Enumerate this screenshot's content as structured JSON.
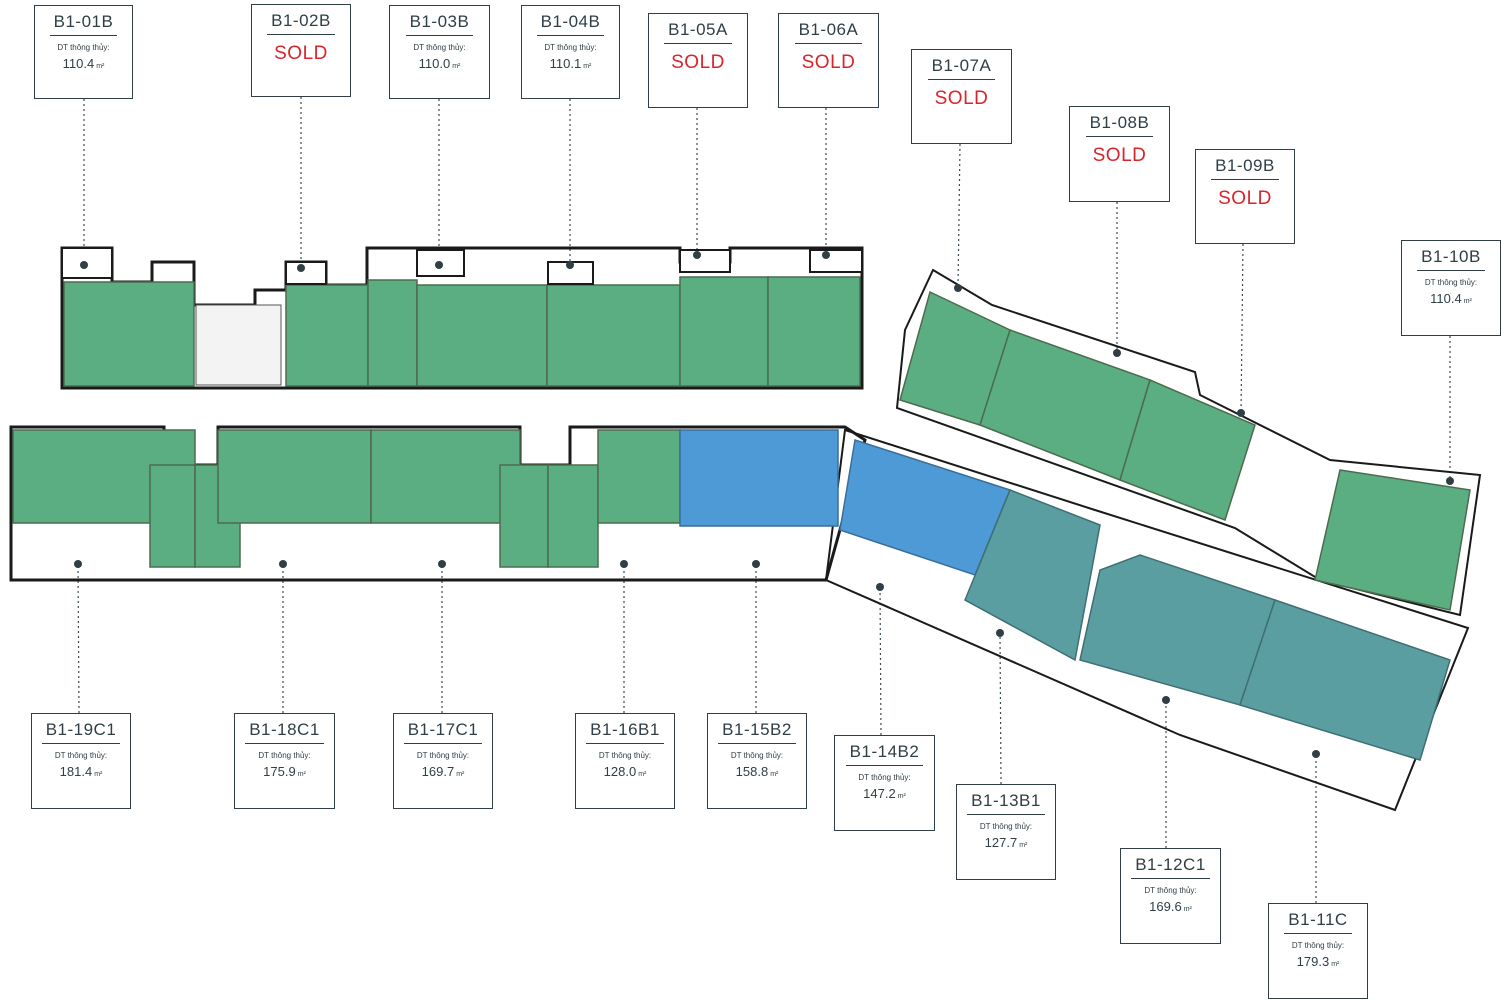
{
  "legend": {
    "area_label": "DT thông thủy:",
    "area_unit": "m²",
    "sold_label": "SOLD"
  },
  "colors": {
    "available": "#5aae81",
    "highlight_blue": "#4d9ad6",
    "teal": "#5a9ea2",
    "outline": "#1a1a1a",
    "box_border": "#2f3f45",
    "sold_text": "#d9242b"
  },
  "units": [
    {
      "code": "B1-01B",
      "status": "available",
      "area": "110.4"
    },
    {
      "code": "B1-02B",
      "status": "sold"
    },
    {
      "code": "B1-03B",
      "status": "available",
      "area": "110.0"
    },
    {
      "code": "B1-04B",
      "status": "available",
      "area": "110.1"
    },
    {
      "code": "B1-05A",
      "status": "sold"
    },
    {
      "code": "B1-06A",
      "status": "sold"
    },
    {
      "code": "B1-07A",
      "status": "sold"
    },
    {
      "code": "B1-08B",
      "status": "sold"
    },
    {
      "code": "B1-09B",
      "status": "sold"
    },
    {
      "code": "B1-10B",
      "status": "available",
      "area": "110.4"
    },
    {
      "code": "B1-19C1",
      "status": "available",
      "area": "181.4"
    },
    {
      "code": "B1-18C1",
      "status": "available",
      "area": "175.9"
    },
    {
      "code": "B1-17C1",
      "status": "available",
      "area": "169.7"
    },
    {
      "code": "B1-16B1",
      "status": "available",
      "area": "128.0"
    },
    {
      "code": "B1-15B2",
      "status": "available",
      "area": "158.8"
    },
    {
      "code": "B1-14B2",
      "status": "available",
      "area": "147.2"
    },
    {
      "code": "B1-13B1",
      "status": "available",
      "area": "127.7"
    },
    {
      "code": "B1-12C1",
      "status": "available",
      "area": "169.6"
    },
    {
      "code": "B1-11C",
      "status": "available",
      "area": "179.3"
    }
  ]
}
